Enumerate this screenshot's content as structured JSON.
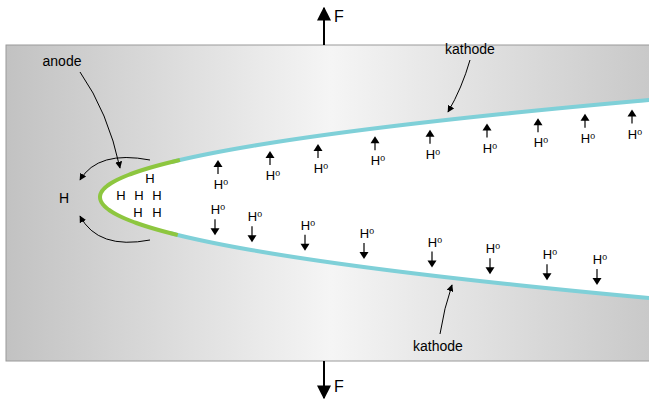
{
  "diagram": {
    "labels": [
      "F",
      "anode",
      "kathode",
      "H",
      "H",
      "H",
      "H",
      "H",
      "H",
      "H",
      "H⁰",
      "H⁰",
      "H⁰",
      "H⁰",
      "H⁰",
      "H⁰",
      "H⁰",
      "H⁰",
      "H⁰",
      "H⁰",
      "H⁰",
      "H⁰",
      "H⁰",
      "H⁰",
      "H⁰",
      "H⁰",
      "H⁰",
      "kathode",
      "F"
    ]
  }
}
